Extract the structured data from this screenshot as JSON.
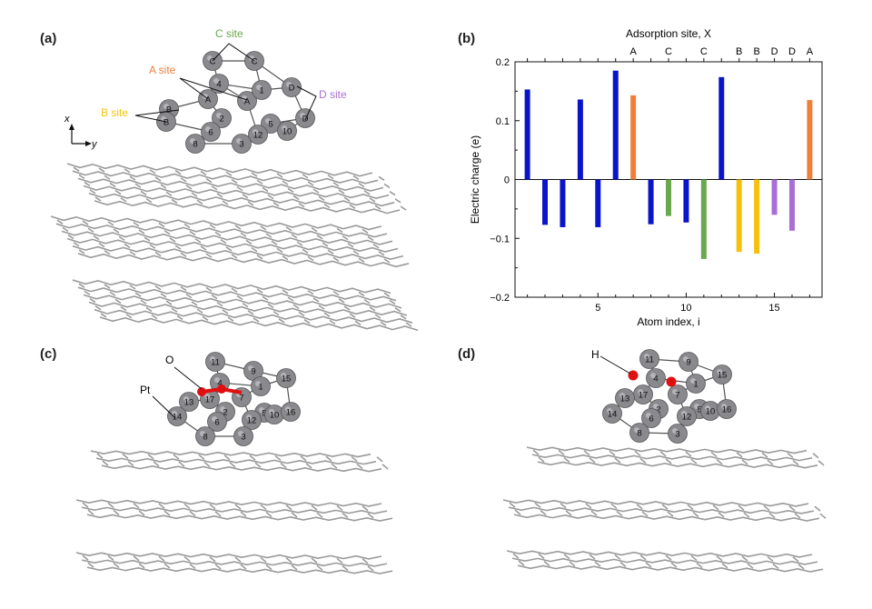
{
  "panels": {
    "a": {
      "label": "(a)",
      "site_labels": {
        "c": "C site",
        "a": "A site",
        "b": "B site",
        "d": "D site"
      },
      "axis_x": "x",
      "axis_y": "y"
    },
    "b": {
      "label": "(b)"
    },
    "c": {
      "label": "(c)",
      "pt_label": "Pt",
      "o_label": "O"
    },
    "d": {
      "label": "(d)",
      "h_label": "H"
    }
  },
  "colors": {
    "blue": "#0a14c8",
    "orange": "#f07f3a",
    "green": "#6aa84f",
    "yellow": "#f4c20d",
    "purple": "#a86fd6",
    "atom": "#8a8a8e",
    "graphene": "#9a9a9a",
    "oxygen": "#e01010"
  },
  "chart_data": {
    "type": "bar",
    "title": "",
    "xlabel": "Atom index, i",
    "ylabel": "Electric charge (e)",
    "top_axis_label": "Adsorption site, X",
    "xlim": [
      0.3,
      17.7
    ],
    "ylim": [
      -0.2,
      0.2
    ],
    "x_ticks": [
      5,
      10,
      15
    ],
    "y_ticks": [
      -0.2,
      -0.1,
      0,
      0.1,
      0.2
    ],
    "y_tick_labels": [
      "−0.2",
      "−0.1",
      "0",
      "0.1",
      "0.2"
    ],
    "x": [
      1,
      2,
      3,
      4,
      5,
      6,
      7,
      8,
      9,
      10,
      11,
      12,
      13,
      14,
      15,
      16,
      17
    ],
    "values": [
      0.153,
      -0.077,
      -0.081,
      0.136,
      -0.081,
      0.185,
      0.143,
      -0.076,
      -0.062,
      -0.073,
      -0.135,
      0.174,
      -0.123,
      -0.126,
      -0.06,
      -0.087,
      0.135
    ],
    "bar_colors": [
      "blue",
      "blue",
      "blue",
      "blue",
      "blue",
      "blue",
      "orange",
      "blue",
      "green",
      "blue",
      "green",
      "blue",
      "yellow",
      "yellow",
      "purple",
      "purple",
      "orange"
    ],
    "site_ticks": [
      {
        "x": 7,
        "label": "A"
      },
      {
        "x": 9,
        "label": "C"
      },
      {
        "x": 11,
        "label": "C"
      },
      {
        "x": 13,
        "label": "B"
      },
      {
        "x": 14,
        "label": "B"
      },
      {
        "x": 15,
        "label": "D"
      },
      {
        "x": 16,
        "label": "D"
      },
      {
        "x": 17,
        "label": "A"
      }
    ]
  },
  "cluster_a_numbers": [
    "C",
    "C",
    "A",
    "4",
    "A",
    "1",
    "B",
    "B",
    "2",
    "6",
    "5",
    "12",
    "10",
    "D",
    "D",
    "8",
    "3"
  ],
  "cluster_c_numbers": [
    "11",
    "9",
    "15",
    "4",
    "17",
    "1",
    "13",
    "7",
    "14",
    "2",
    "5",
    "12",
    "10",
    "16",
    "6",
    "8",
    "3"
  ],
  "cluster_d_numbers": [
    "11",
    "9",
    "15",
    "4",
    "17",
    "1",
    "13",
    "7",
    "14",
    "2",
    "5",
    "12",
    "10",
    "16",
    "6",
    "8",
    "3"
  ]
}
